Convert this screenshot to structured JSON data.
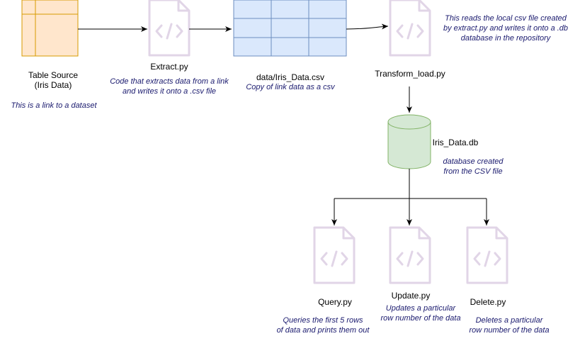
{
  "colors": {
    "table_source_fill": "#ffe6cc",
    "table_source_stroke": "#d79b00",
    "csv_fill": "#dae8fc",
    "csv_stroke": "#6c8ebf",
    "db_fill": "#d5e8d4",
    "db_stroke": "#82b366",
    "code_icon": "#e1d5e7",
    "note_text": "#1a1a6e",
    "edge": "#000000"
  },
  "nodes": {
    "table_source": {
      "label_line1": "Table Source",
      "label_line2": "(Iris Data)",
      "note": "This is a link to a dataset"
    },
    "extract": {
      "label": "Extract.py",
      "note_line1": "Code that extracts data from a link",
      "note_line2": "and writes it onto a .csv file"
    },
    "csv": {
      "label": "data/Iris_Data.csv",
      "note": "Copy of link data as a csv"
    },
    "transform": {
      "label": "Transform_load.py",
      "note_line1": "This reads the local csv file created",
      "note_line2": "by extract.py and writes it onto a .db",
      "note_line3": "database in the repository"
    },
    "db": {
      "label": "Iris_Data.db",
      "note_line1": "database created",
      "note_line2": "from the CSV file"
    },
    "query": {
      "label": "Query.py",
      "note_line1": "Queries the first 5 rows",
      "note_line2": "of data and prints them out"
    },
    "update": {
      "label": "Update.py",
      "note_line1": "Updates a particular",
      "note_line2": "row number of the data"
    },
    "delete": {
      "label": "Delete.py",
      "note_line1": "Deletes a particular",
      "note_line2": "row number of the data"
    }
  },
  "icons": {
    "code_file": "code-file-icon",
    "table": "table-icon",
    "database": "database-cylinder-icon"
  }
}
